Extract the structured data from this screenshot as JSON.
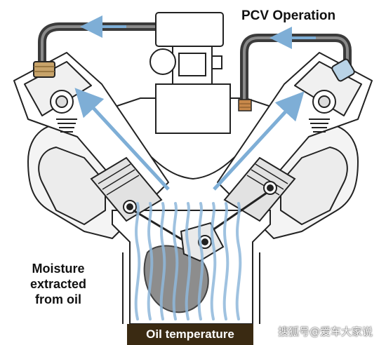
{
  "title": "PCV Operation",
  "moisture_label": [
    "Moisture",
    "extracted",
    "from oil"
  ],
  "oil_bar_label": "Oil temperature",
  "watermark": "搜狐号@爱车大家说",
  "colors": {
    "hose": "#3b3b3b",
    "flow_arrow": "#7eaed6",
    "vapor_wave": "#8fb8db",
    "brass_fitting": "#c7a36a",
    "pcv_valve": "#b9d3e6",
    "oil_bar": "#3a2a12",
    "engine_line": "#222222"
  },
  "icons": [
    "breather-hose",
    "pcv-hose",
    "pcv-valve",
    "oil-filler-fitting",
    "flow-arrow",
    "vapor-wave"
  ]
}
